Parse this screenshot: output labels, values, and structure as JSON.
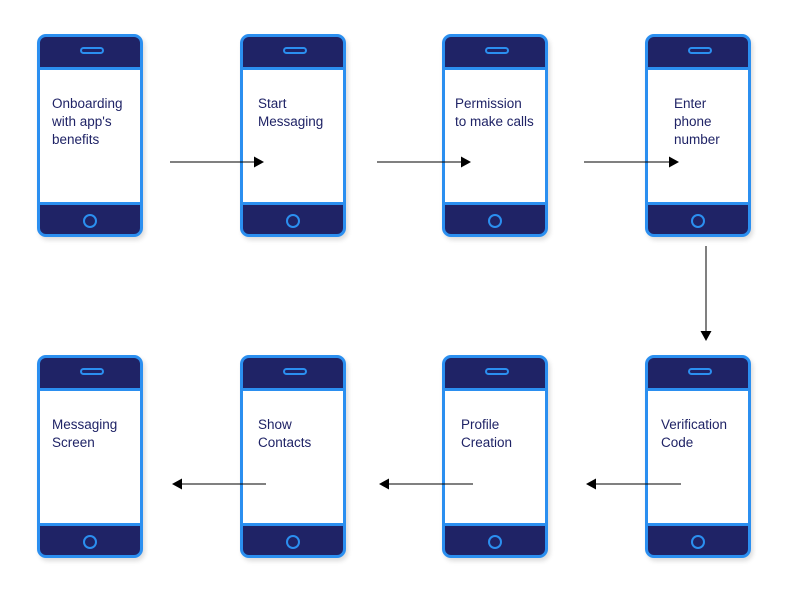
{
  "steps": [
    {
      "label": "Onboarding\nwith app's\nbenefits"
    },
    {
      "label": "Start\nMessaging"
    },
    {
      "label": "Permission\nto make calls"
    },
    {
      "label": "Enter\nphone\nnumber"
    },
    {
      "label": "Verification\nCode"
    },
    {
      "label": "Profile\nCreation"
    },
    {
      "label": "Show\nContacts"
    },
    {
      "label": "Messaging\nScreen"
    }
  ],
  "colors": {
    "phone_body": "#1f2366",
    "phone_accent": "#2b8ff0",
    "screen": "#ffffff",
    "text": "#1f2366",
    "arrow": "#000000"
  }
}
